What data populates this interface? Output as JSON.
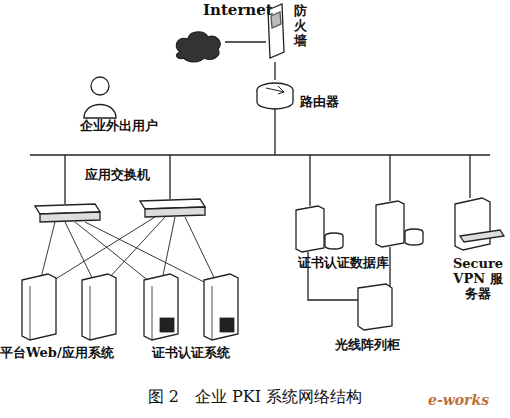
{
  "diagram": {
    "caption": "图 2　企业 PKI 系统网络结构",
    "nodes": [
      {
        "text": [
          "Internet"
        ]
      },
      {
        "text": [
          "防火墙"
        ]
      },
      {
        "text": [
          "路由器"
        ]
      },
      {
        "text": [
          "企业外出用户"
        ]
      },
      {
        "text": [
          "光线阵列柜"
        ]
      },
      {
        "text": [
          "Secure VPN 服务器"
        ]
      }
    ],
    "edges": [
      {
        "from": 0,
        "to": 1,
        "arrow": "none"
      },
      {
        "from": 1,
        "to": 2,
        "arrow": "none"
      }
    ],
    "labels": [
      "应用交换机",
      "证书认证数据库",
      "平台Web/应用系统",
      "证书认证系统",
      "e-works"
    ]
  }
}
